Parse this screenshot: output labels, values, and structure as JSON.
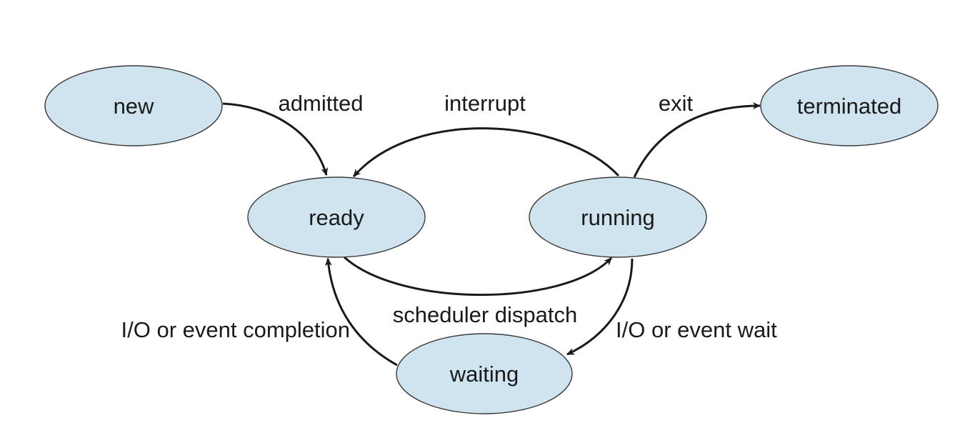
{
  "diagram": {
    "fill_color": "#cfe4ef",
    "stroke_color": "#3a3a3a",
    "states": {
      "new": "new",
      "ready": "ready",
      "running": "running",
      "terminated": "terminated",
      "waiting": "waiting"
    },
    "transitions": {
      "admitted": "admitted",
      "interrupt": "interrupt",
      "exit": "exit",
      "scheduler_dispatch": "scheduler dispatch",
      "io_event_wait": "I/O or event wait",
      "io_event_completion": "I/O or event completion"
    }
  }
}
